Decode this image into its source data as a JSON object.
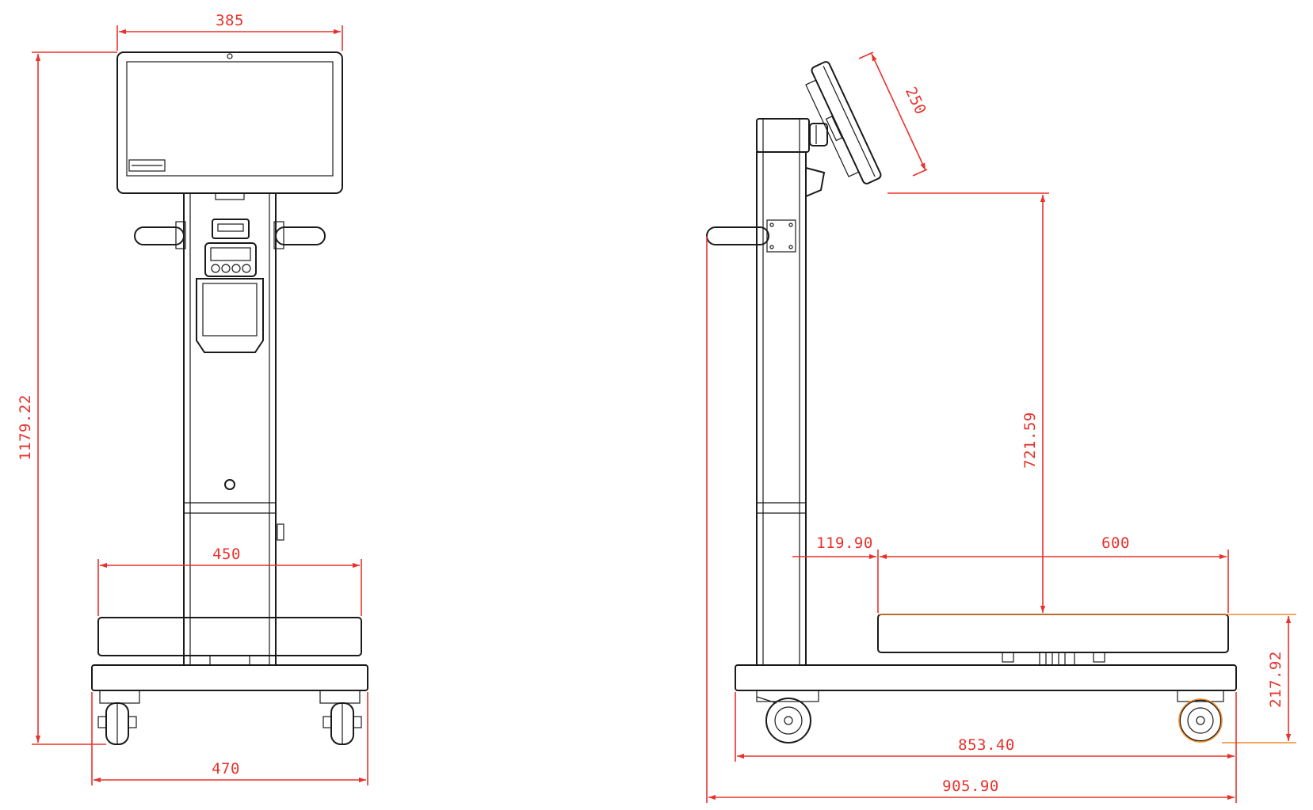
{
  "colors": {
    "outline": "#1a1a1a",
    "dimension": "#e8322c",
    "highlight": "#f08a2c"
  },
  "front_view": {
    "dim_display_width": "385",
    "dim_total_height": "1179.22",
    "dim_platform_width": "450",
    "dim_base_width": "470"
  },
  "side_view": {
    "dim_display_depth": "250",
    "dim_display_height": "721.59",
    "dim_column_offset": "119.90",
    "dim_platform_depth": "600",
    "dim_platform_height": "217.92",
    "dim_base_length": "853.40",
    "dim_overall_length": "905.90"
  }
}
